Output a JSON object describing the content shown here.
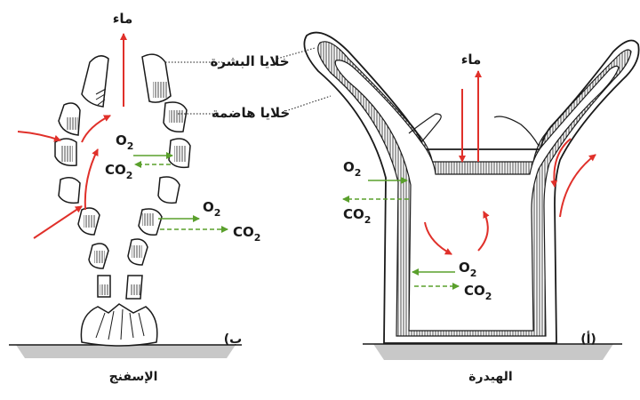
{
  "labels": {
    "water_sponge": "ماء",
    "water_hydra": "ماء",
    "epidermis": "خلايا البشرة",
    "digestive": "خلايا هاضمة",
    "sponge_name": "الإسفنج",
    "hydra_name": "الهيدرة",
    "tag_b": "(ب",
    "tag_a": "(أ)"
  },
  "gases": {
    "o2_base": "O",
    "co2_base": "CO",
    "subscript": "2"
  },
  "colors": {
    "water_arrow": "#e0302a",
    "gas_arrow": "#5aa02c",
    "outline": "#1a1a1a",
    "ground": "#c8c8c8"
  }
}
